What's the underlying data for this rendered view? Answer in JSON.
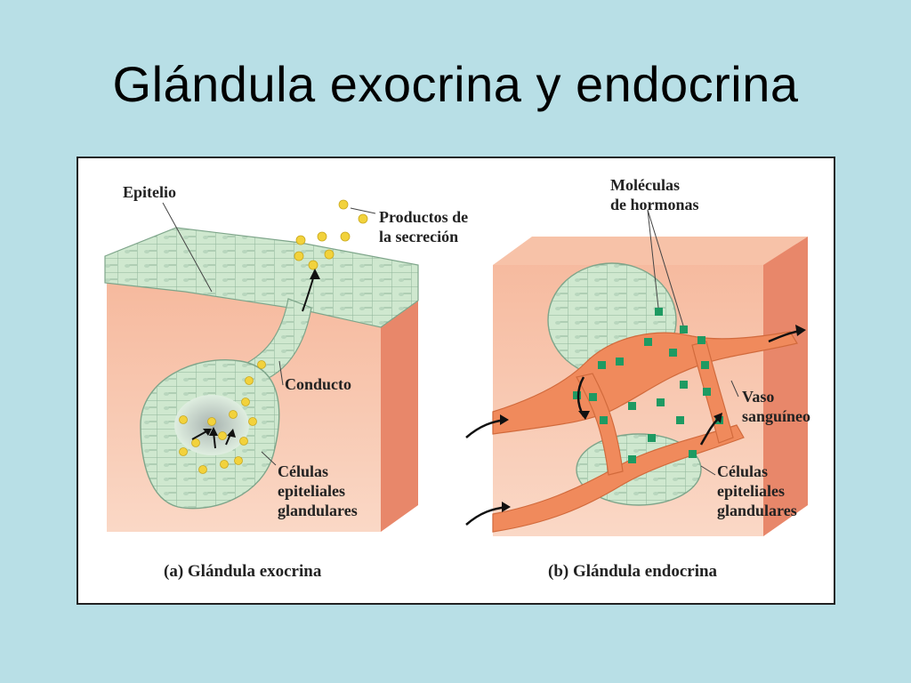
{
  "slide": {
    "title": "Glándula  exocrina y endocrina"
  },
  "panel_a": {
    "label_epithelium": "Epitelio",
    "label_products_1": "Productos de",
    "label_products_2": "la secreción",
    "label_duct": "Conducto",
    "label_cells_1": "Células",
    "label_cells_2": "epiteliales",
    "label_cells_3": "glandulares",
    "caption": "(a) Glándula exocrina"
  },
  "panel_b": {
    "label_molecules_1": "Moléculas",
    "label_molecules_2": "de hormonas",
    "label_vessel_1": "Vaso",
    "label_vessel_2": "sanguíneo",
    "label_cells_1": "Células",
    "label_cells_2": "epiteliales",
    "label_cells_3": "glandulares",
    "caption": "(b) Glándula endocrina"
  },
  "colors": {
    "background": "#b8dfe6",
    "tissue": "#f3a98a",
    "tissue_dark": "#e8876a",
    "cells": "#cfe8cf",
    "vessel": "#f08a5c",
    "secretion": "#f2d23c",
    "hormone": "#1e9a62"
  }
}
